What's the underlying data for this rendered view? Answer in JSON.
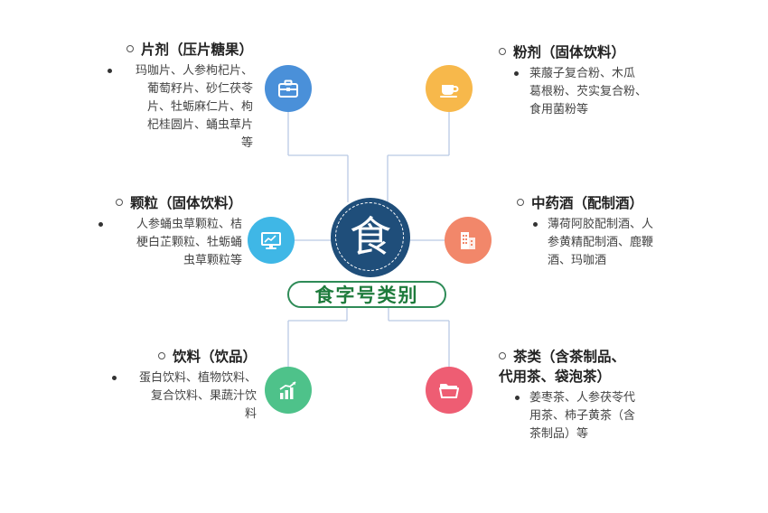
{
  "center": {
    "glyph": "食",
    "banner": "食字号类别"
  },
  "colors": {
    "blue": "#4a90d9",
    "orange": "#f7b84b",
    "cyan": "#3fb7e6",
    "coral": "#f2876a",
    "green": "#4ec28a",
    "red": "#ee5d73",
    "center": "#1f4e7a",
    "banner": "#2e8b57"
  },
  "categories": [
    {
      "id": "tablet",
      "title": "片剂（压片糖果）",
      "icon": "briefcase-icon",
      "lines": [
        "玛咖片、人参枸杞片、",
        "葡萄籽片、砂仁茯苓",
        "片、牡蛎麻仁片、枸",
        "杞桂圆片、蛹虫草片",
        "等"
      ]
    },
    {
      "id": "powder",
      "title": "粉剂（固体饮料）",
      "icon": "coffee-cup-icon",
      "lines": [
        "莱菔子复合粉、木瓜",
        "葛根粉、芡实复合粉、",
        "食用菌粉等"
      ]
    },
    {
      "id": "granule",
      "title": "颗粒（固体饮料）",
      "icon": "monitor-icon",
      "lines": [
        "人参蛹虫草颗粒、桔",
        "梗白芷颗粒、牡蛎蛹",
        "虫草颗粒等"
      ]
    },
    {
      "id": "wine",
      "title": "中药酒（配制酒）",
      "icon": "buildings-icon",
      "lines": [
        "薄荷阿胶配制酒、人",
        "参黄精配制酒、鹿鞭",
        "酒、玛咖酒"
      ]
    },
    {
      "id": "drink",
      "title": "饮料（饮品）",
      "icon": "growth-chart-icon",
      "lines": [
        "蛋白饮料、植物饮料、",
        "复合饮料、果蔬汁饮",
        "料"
      ]
    },
    {
      "id": "tea",
      "title": [
        "茶类（含茶制品、",
        "代用茶、袋泡茶）"
      ],
      "icon": "folder-icon",
      "lines": [
        "姜枣茶、人参茯苓代",
        "用茶、柿子黄茶（含",
        "茶制品）等"
      ]
    }
  ]
}
